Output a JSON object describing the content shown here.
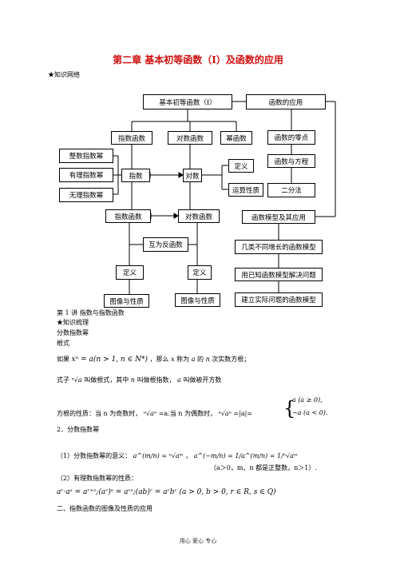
{
  "title": "第二章  基本初等函数（Ⅰ）及函数的应用",
  "section_network": "★知识网络",
  "diagram": {
    "root": "基本初等函数（Ⅰ）",
    "app": "函数的应用",
    "exp_func": "指数函数",
    "log_func": "对数函数",
    "pow_func": "幂函数",
    "zero": "函数的零点",
    "eq": "函数与方程",
    "int_exp": "整数指数幂",
    "rat_exp": "有理指数幂",
    "irr_exp": "无理指数幂",
    "zhishu": "指数",
    "duishu": "对数",
    "def1": "定义",
    "ops": "运算性质",
    "bisect": "二分法",
    "exp_func2": "指数函数",
    "log_func2": "对数函数",
    "models": "函数模型及其应用",
    "inverse": "互为反函数",
    "growth": "几类不同增长的函数模型",
    "known_models": "用已知函数模型解决问题",
    "def2": "定义",
    "def3": "定义",
    "real_models": "建立实际问题的函数模型",
    "graph1": "图像与性质",
    "graph2": "图像与性质"
  },
  "lecture": "第 1 讲      指数与指数函数",
  "section_review": "★知识梳理",
  "frac_pow": "分数指数幂",
  "radical_heading": "根式",
  "line1": {
    "pre": "如果",
    "expr": "xⁿ = a(n > 1, n ∈ N*)",
    "mid": "，那么",
    "x": "x",
    "mid2": "称为",
    "a": "a",
    "mid3": "的",
    "n": "n",
    "post": "次实数方根；"
  },
  "line2": {
    "pre": "式子",
    "radical": "ⁿ√a",
    "mid": "叫做根式，其中",
    "n": "n",
    "mid2": "叫做根指数，",
    "a": "a",
    "post": "叫做被开方数"
  },
  "line3": {
    "pre": "方根的性质：当 n 为奇数时，",
    "odd_expr": "ⁿ√aⁿ",
    "odd_val": "=a.当 n 为偶数时，",
    "even_expr": "ⁿ√aⁿ",
    "even_val": "=|a|=",
    "case1": "a      (a ≥ 0),",
    "case2": "−a     (a < 0)."
  },
  "item2": "2．分数指数幂",
  "item2_1": {
    "pre": "（1）分数指数幂的意义：",
    "expr1": "a^(m/n) = ⁿ√aᵐ",
    "sep": "，",
    "expr2": "a^(−m/n) = 1/a^(m/n) = 1/ⁿ√aᵐ",
    "cond": "（a＞0，m、n 都是正整数，n＞1）."
  },
  "item2_2": "（2）有理数指数幂的性质：",
  "rules": "aʳ·aˢ = aʳ⁺ˢ;(aʳ)ˢ = aʳˢ;(ab)ʳ = aʳbʳ     (a > 0, b > 0, r ∈ R, s ∈ Q)",
  "section2": "二、指数函数的图像及性质的应用",
  "footer": "用心    爱心    专心"
}
